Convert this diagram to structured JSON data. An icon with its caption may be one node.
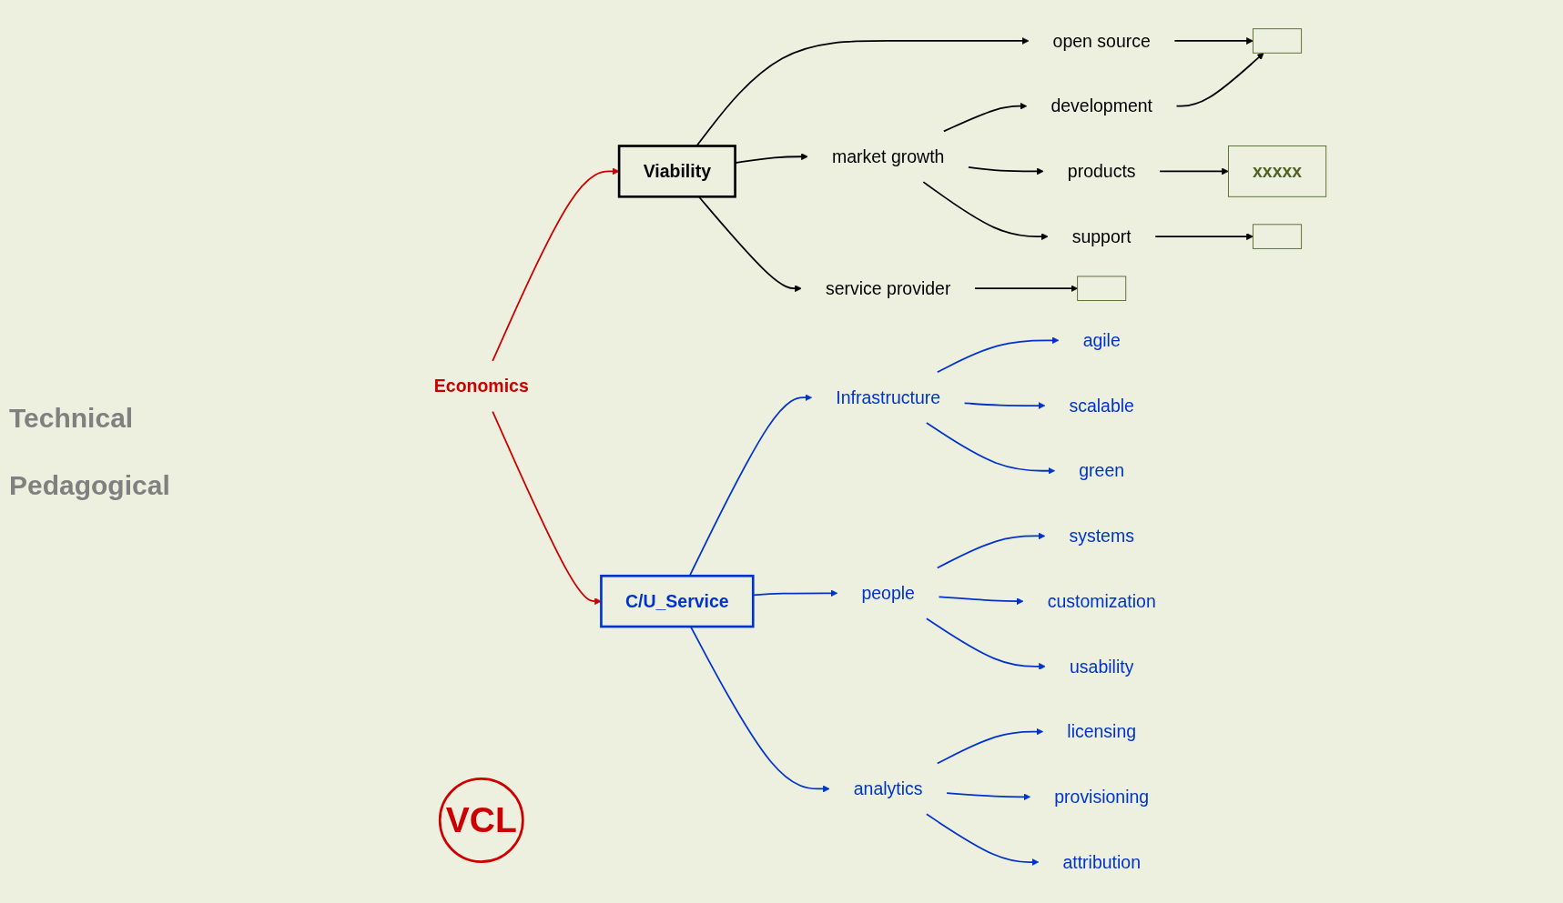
{
  "diagram": {
    "nodes": [
      {
        "text": [
          "Viability"
        ]
      },
      {
        "text": [
          "open source"
        ]
      },
      {
        "text": [
          "market growth"
        ]
      },
      {
        "text": [
          "service provider"
        ]
      },
      {
        "text": [],
        "shape": "box"
      },
      {
        "text": [
          "development"
        ]
      },
      {
        "text": [
          "products"
        ]
      },
      {
        "text": [
          "xxxxx"
        ]
      },
      {
        "text": [],
        "shape": "box"
      },
      {
        "text": [
          "support"
        ]
      },
      {
        "text": [],
        "shape": "box"
      },
      {
        "text": [
          "VCL"
        ]
      },
      {
        "text": [
          "Economics"
        ]
      },
      {
        "text": [
          "C/U_Service"
        ]
      },
      {
        "text": [
          "Infrastructure"
        ]
      },
      {
        "text": [
          "agile"
        ]
      },
      {
        "text": [
          "scalable"
        ]
      },
      {
        "text": [
          "green"
        ]
      },
      {
        "text": [
          "people"
        ]
      },
      {
        "text": [
          "systems"
        ]
      },
      {
        "text": [
          "customization"
        ]
      },
      {
        "text": [
          "usability"
        ]
      },
      {
        "text": [
          "analytics"
        ]
      },
      {
        "text": [
          "licensing"
        ]
      },
      {
        "text": [
          "provisioning"
        ]
      },
      {
        "text": [
          "attribution"
        ]
      }
    ],
    "edges": [
      {
        "from": 0,
        "to": 1,
        "arrow": "to",
        "color": "#000000"
      },
      {
        "from": 0,
        "to": 2,
        "arrow": "to",
        "color": "#000000"
      },
      {
        "from": 0,
        "to": 3,
        "arrow": "to",
        "color": "#000000"
      },
      {
        "from": 1,
        "to": 4,
        "arrow": "to",
        "color": "#000000"
      },
      {
        "from": 2,
        "to": 5,
        "arrow": "to",
        "color": "#000000"
      },
      {
        "from": 2,
        "to": 6,
        "arrow": "to",
        "color": "#000000"
      },
      {
        "from": 2,
        "to": 9,
        "arrow": "to",
        "color": "#000000"
      },
      {
        "from": 3,
        "to": 8,
        "arrow": "to",
        "color": "#000000"
      },
      {
        "from": 5,
        "to": 4,
        "arrow": "to",
        "color": "#000000"
      },
      {
        "from": 6,
        "to": 7,
        "arrow": "to",
        "color": "#000000"
      },
      {
        "from": 9,
        "to": 10,
        "arrow": "to",
        "color": "#000000"
      },
      {
        "from": 12,
        "to": 0,
        "arrow": "to",
        "color": "#cc0000"
      },
      {
        "from": 12,
        "to": 13,
        "arrow": "to",
        "color": "#cc0000"
      },
      {
        "from": 13,
        "to": 14,
        "arrow": "to"
      },
      {
        "from": 13,
        "to": 18,
        "arrow": "to"
      },
      {
        "from": 13,
        "to": 22,
        "arrow": "to"
      },
      {
        "from": 14,
        "to": 15,
        "arrow": "to"
      },
      {
        "from": 14,
        "to": 16,
        "arrow": "to"
      },
      {
        "from": 14,
        "to": 17,
        "arrow": "to"
      },
      {
        "from": 18,
        "to": 19,
        "arrow": "to"
      },
      {
        "from": 18,
        "to": 20,
        "arrow": "to"
      },
      {
        "from": 18,
        "to": 21,
        "arrow": "to"
      },
      {
        "from": 22,
        "to": 23,
        "arrow": "to"
      },
      {
        "from": 22,
        "to": 24,
        "arrow": "to"
      },
      {
        "from": 22,
        "to": 25,
        "arrow": "to"
      }
    ],
    "labels": [
      "Technical",
      "Pedagogical"
    ]
  }
}
